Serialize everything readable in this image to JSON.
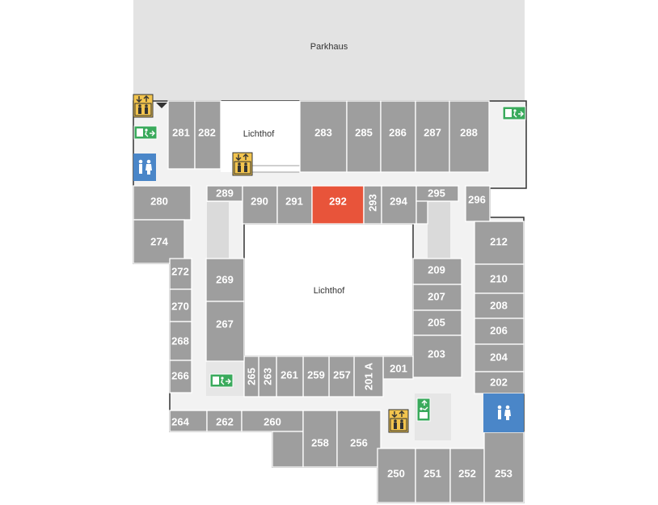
{
  "map": {
    "labels": {
      "parking": "Parkhaus",
      "atrium_north": "Lichthof",
      "atrium_center": "Lichthof"
    },
    "selected_room": "292",
    "colors": {
      "room": "#9e9e9e",
      "selected": "#e8543a",
      "corridor": "#f2f2f2",
      "wall": "#333333",
      "exit": "#3aaa5c",
      "wc": "#4a86c8",
      "lift": "#f2c44e"
    },
    "rooms": [
      {
        "id": "r281",
        "label": "281"
      },
      {
        "id": "r282",
        "label": "282"
      },
      {
        "id": "r283",
        "label": "283"
      },
      {
        "id": "r285",
        "label": "285"
      },
      {
        "id": "r286",
        "label": "286"
      },
      {
        "id": "r287",
        "label": "287"
      },
      {
        "id": "r288",
        "label": "288"
      },
      {
        "id": "r280",
        "label": "280"
      },
      {
        "id": "r274",
        "label": "274"
      },
      {
        "id": "r289",
        "label": "289"
      },
      {
        "id": "r290",
        "label": "290"
      },
      {
        "id": "r291",
        "label": "291"
      },
      {
        "id": "r292",
        "label": "292"
      },
      {
        "id": "r293",
        "label": "293"
      },
      {
        "id": "r294",
        "label": "294"
      },
      {
        "id": "r295",
        "label": "295"
      },
      {
        "id": "r296",
        "label": "296"
      },
      {
        "id": "r212",
        "label": "212"
      },
      {
        "id": "r210",
        "label": "210"
      },
      {
        "id": "r208",
        "label": "208"
      },
      {
        "id": "r206",
        "label": "206"
      },
      {
        "id": "r204",
        "label": "204"
      },
      {
        "id": "r202",
        "label": "202"
      },
      {
        "id": "r209",
        "label": "209"
      },
      {
        "id": "r207",
        "label": "207"
      },
      {
        "id": "r205",
        "label": "205"
      },
      {
        "id": "r203",
        "label": "203"
      },
      {
        "id": "r201",
        "label": "201"
      },
      {
        "id": "r201a",
        "label": "201 A"
      },
      {
        "id": "r257",
        "label": "257"
      },
      {
        "id": "r259",
        "label": "259"
      },
      {
        "id": "r261",
        "label": "261"
      },
      {
        "id": "r263",
        "label": "263"
      },
      {
        "id": "r265",
        "label": "265"
      },
      {
        "id": "r269",
        "label": "269"
      },
      {
        "id": "r267",
        "label": "267"
      },
      {
        "id": "r272",
        "label": "272"
      },
      {
        "id": "r270",
        "label": "270"
      },
      {
        "id": "r268",
        "label": "268"
      },
      {
        "id": "r266",
        "label": "266"
      },
      {
        "id": "r264",
        "label": "264"
      },
      {
        "id": "r262",
        "label": "262"
      },
      {
        "id": "r260",
        "label": "260"
      },
      {
        "id": "r258",
        "label": "258"
      },
      {
        "id": "r256",
        "label": "256"
      },
      {
        "id": "r250",
        "label": "250"
      },
      {
        "id": "r251",
        "label": "251"
      },
      {
        "id": "r252",
        "label": "252"
      },
      {
        "id": "r253",
        "label": "253"
      }
    ],
    "icons": [
      {
        "id": "lift-1",
        "type": "elevator-icon"
      },
      {
        "id": "lift-2",
        "type": "elevator-icon"
      },
      {
        "id": "lift-3",
        "type": "elevator-icon"
      },
      {
        "id": "exit-1",
        "type": "emergency-exit-icon"
      },
      {
        "id": "exit-2",
        "type": "emergency-exit-icon"
      },
      {
        "id": "exit-3",
        "type": "emergency-exit-icon"
      },
      {
        "id": "exit-4",
        "type": "emergency-exit-icon"
      },
      {
        "id": "wc-1",
        "type": "restroom-icon"
      },
      {
        "id": "wc-2",
        "type": "restroom-icon"
      }
    ]
  }
}
